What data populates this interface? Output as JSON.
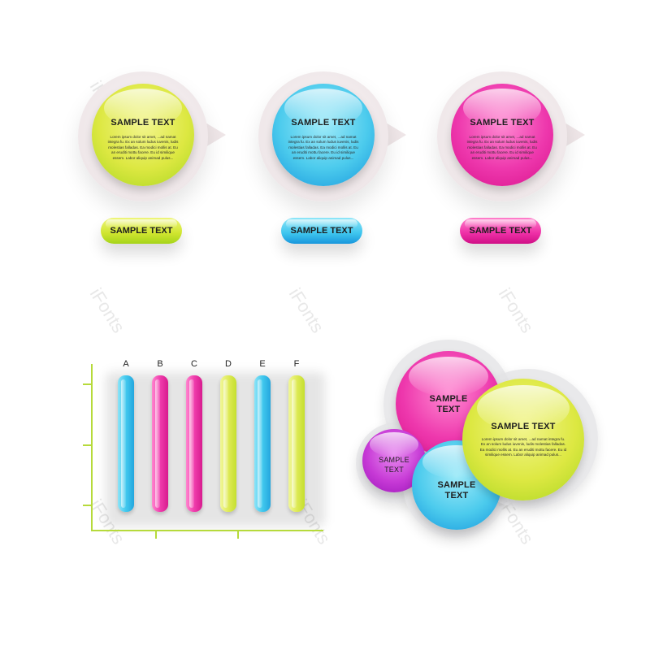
{
  "watermark": "iFonts",
  "colors": {
    "yellow": "#dde842",
    "cyan": "#4ccbed",
    "pink": "#ee38ad",
    "purple": "#c73ad6",
    "axis": "#b6da3b"
  },
  "bubbles": [
    {
      "title": "SAMPLE TEXT",
      "body": "Lorem ipsum dolor sit amet, ...ad namat integra fu. Ex an solum ludus iuvenis, ludis molestias falladas. Ea modici mollis at. Eu an eruditi mottu facere. Eu id similique essem. Labor aliquip animad pulus...",
      "button": "SAMPLE TEXT",
      "color": "yellow"
    },
    {
      "title": "SAMPLE TEXT",
      "body": "Lorem ipsum dolor sit amet, ...ad namat integra fu. Ex an solum ludus iuvenis, ludis molestias falladas. Ea modici mollis at. Eu an eruditi mottu facere. Eu id similique essem. Labor aliquip animad pulus...",
      "button": "SAMPLE TEXT",
      "color": "cyan"
    },
    {
      "title": "SAMPLE TEXT",
      "body": "Lorem ipsum dolor sit amet, ...ad namat integra fu. Ex an solum ludus iuvenis, ludis molestias falladas. Ea modici mollis at. Eu an eruditi mottu facere. Eu id similique essem. Labor aliquip animad pulus...",
      "button": "SAMPLE TEXT",
      "color": "pink"
    }
  ],
  "bar_chart": {
    "categories": [
      "A",
      "B",
      "C",
      "D",
      "E",
      "F"
    ],
    "colors": [
      "cyan",
      "pink",
      "pink",
      "yellow",
      "cyan",
      "yellow"
    ]
  },
  "venn": {
    "pink_label": "SAMPLE TEXT",
    "purple_label": "SAMPLE TEXT",
    "cyan_label": "SAMPLE TEXT",
    "yellow_title": "SAMPLE TEXT",
    "yellow_body": "Lorem ipsum dolor sit amet, ...ad namat integra fu. Ex an solum ludus iuvenis, ludis molestias falladas. Ea modici mollis at. Eu an eruditi mottu facere. Eu id similique essem. Labor aliquip animad pulus..."
  }
}
